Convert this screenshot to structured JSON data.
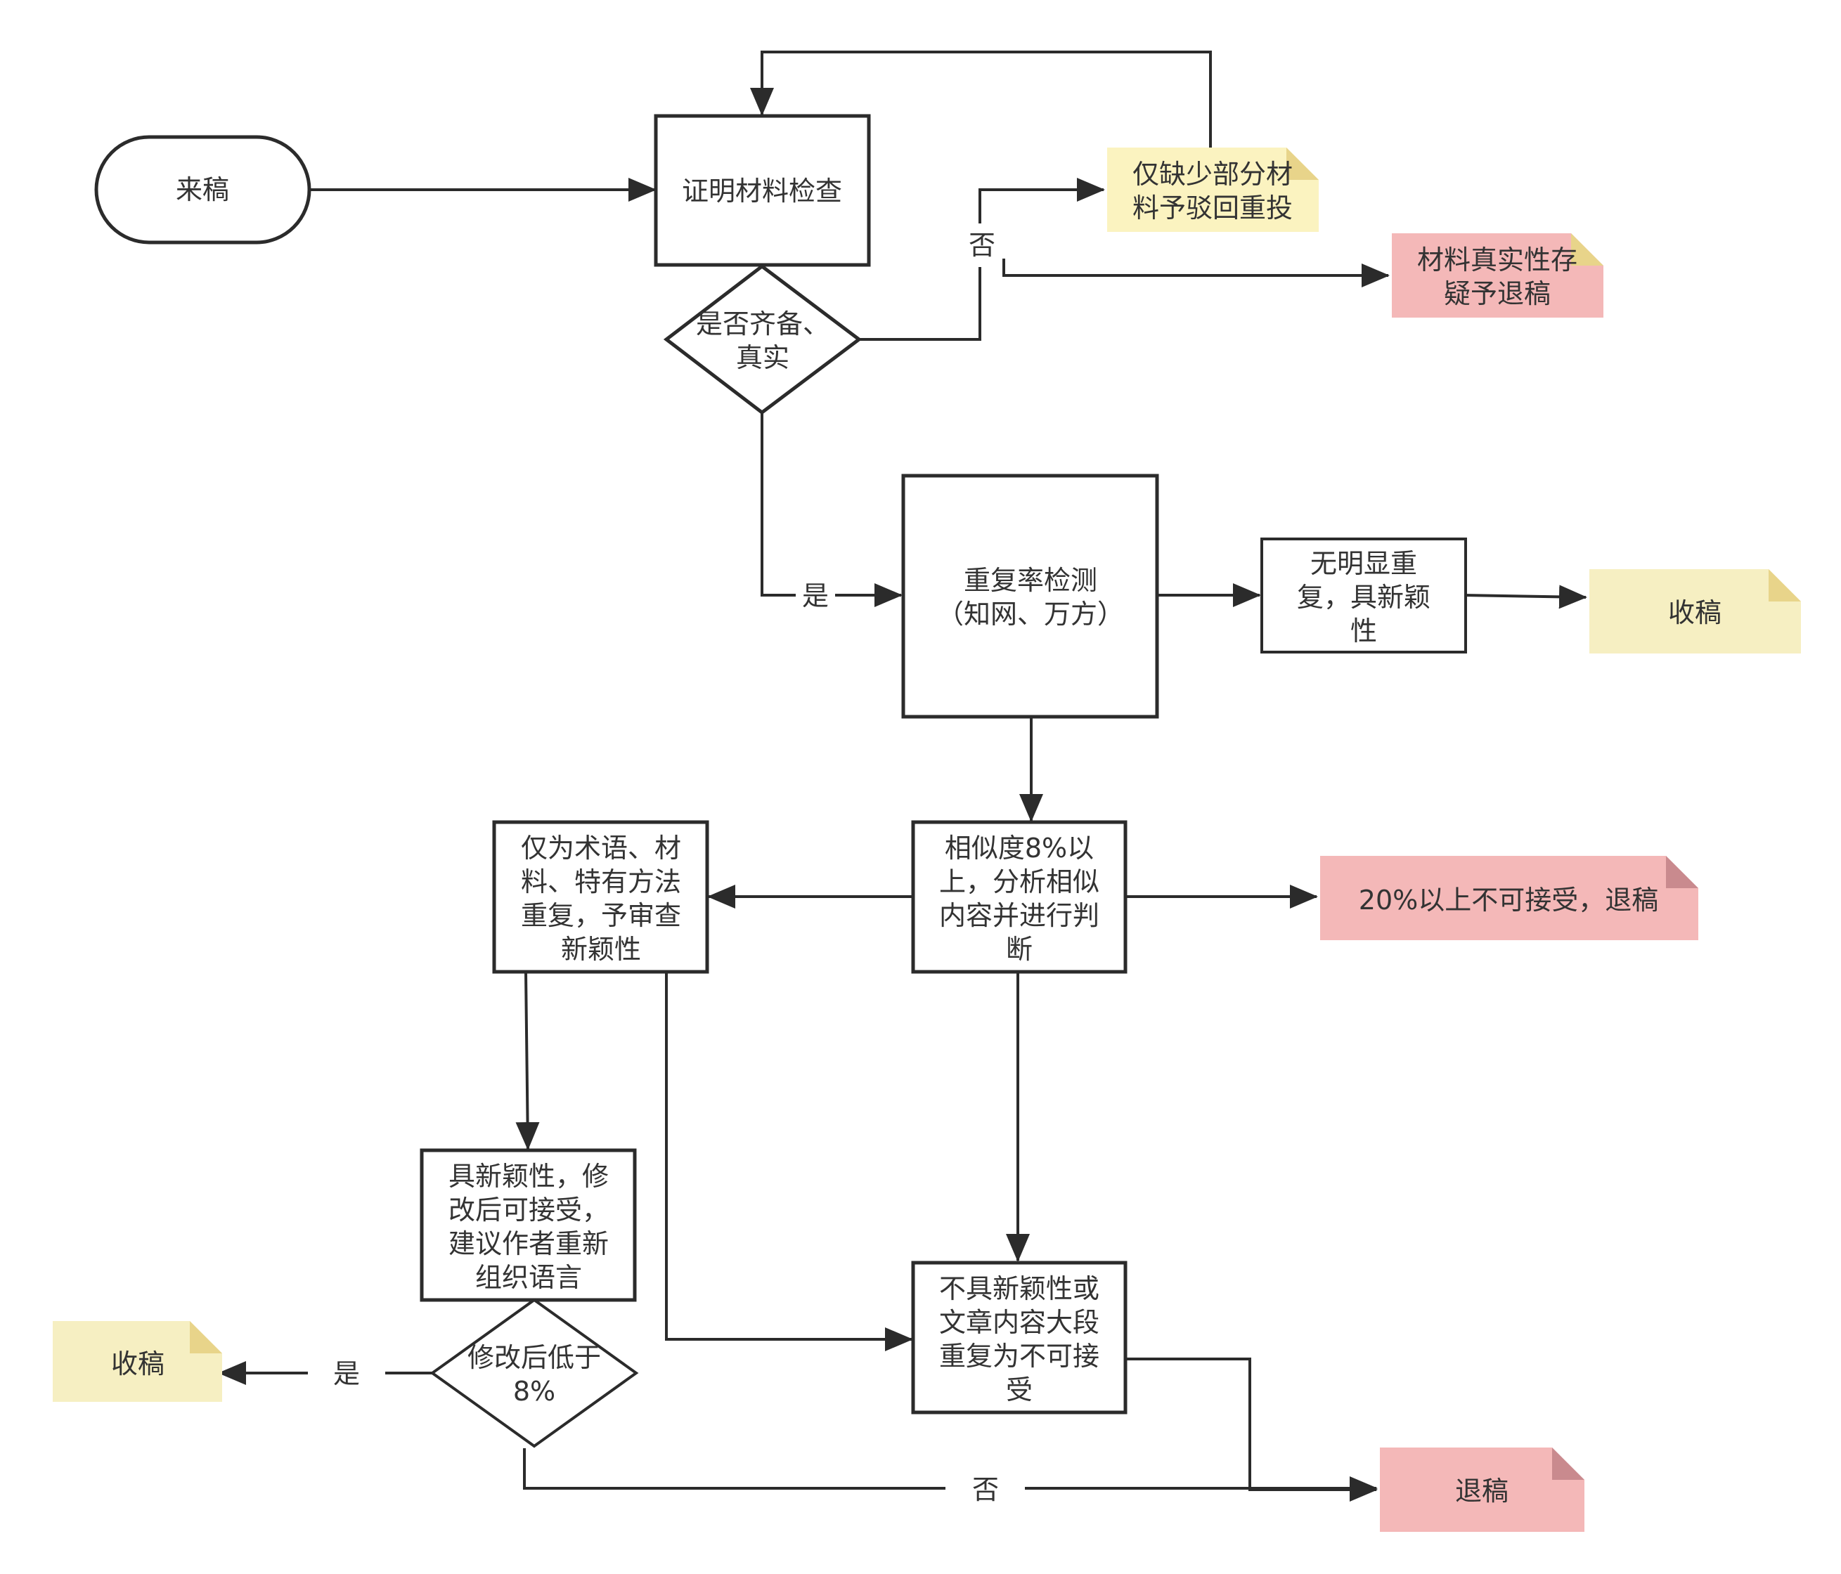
{
  "nodes": {
    "start": {
      "lines": [
        "来稿"
      ]
    },
    "cert_check": {
      "lines": [
        "证明材料检查"
      ]
    },
    "complete_decision": {
      "lines": [
        "是否齐备、",
        "真实"
      ]
    },
    "partial_missing_note": {
      "lines": [
        "仅缺少部分材",
        "料予驳回重投"
      ]
    },
    "authenticity_doubt_note": {
      "lines": [
        "材料真实性存",
        "疑予退稿"
      ]
    },
    "dup_check": {
      "lines": [
        "重复率检测",
        "（知网、万方）"
      ]
    },
    "no_dup": {
      "lines": [
        "无明显重",
        "复，具新颖",
        "性"
      ]
    },
    "accept_note_1": {
      "lines": [
        "收稿"
      ]
    },
    "similarity_analysis": {
      "lines": [
        "相似度8%以",
        "上，分析相似",
        "内容并进行判",
        "断"
      ]
    },
    "over20_note": {
      "lines": [
        "20%以上不可接受，退稿"
      ]
    },
    "terms_only": {
      "lines": [
        "仅为术语、材",
        "料、特有方法",
        "重复，予审查",
        "新颖性"
      ]
    },
    "novel_revise": {
      "lines": [
        "具新颖性，修",
        "改后可接受，",
        "建议作者重新",
        "组织语言"
      ]
    },
    "below8_decision": {
      "lines": [
        "修改后低于",
        "8%"
      ]
    },
    "accept_note_2": {
      "lines": [
        "收稿"
      ]
    },
    "not_acceptable": {
      "lines": [
        "不具新颖性或",
        "文章内容大段",
        "重复为不可接",
        "受"
      ]
    },
    "reject_note": {
      "lines": [
        "退稿"
      ]
    }
  },
  "edge_labels": {
    "complete_no": "否",
    "complete_yes": "是",
    "below8_yes": "是",
    "below8_no": "否"
  },
  "colors": {
    "stroke": "#2b2b2b",
    "text": "#333333",
    "yellow_note": "#fbf3c0",
    "yellow_note_fold": "#e8d48a",
    "pale_yellow_note": "#f6efc2",
    "pink_note": "#f4b8b8",
    "pink_note_fold": "#c98a8e"
  }
}
